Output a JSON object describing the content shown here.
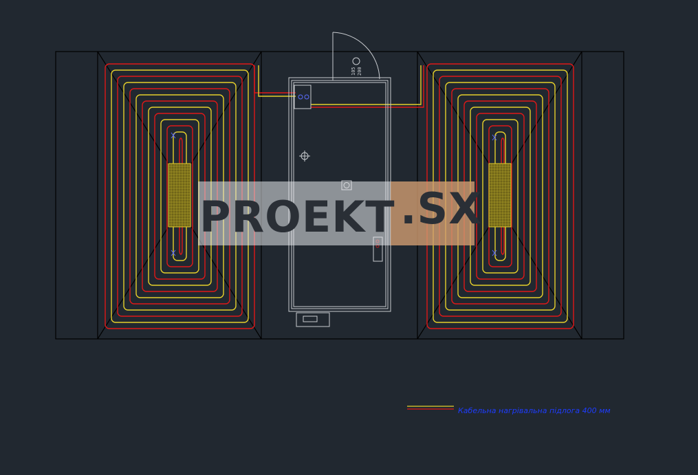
{
  "drawing": {
    "background": "#212830",
    "colors": {
      "wall": "#000000",
      "pipe_outer": "#e01818",
      "pipe_inner": "#e6d02a",
      "cabinet": "#c9ccd0",
      "annotation": "#1e3cff",
      "heat_panel_fill": "#8a7a1a"
    },
    "door_label_1": "105",
    "door_label_2": "200",
    "legend": {
      "text": "Кабельна нагрівальна підлога 400 мм"
    }
  },
  "watermark": {
    "brand": "PROEKT",
    "suffix": ".SX"
  }
}
